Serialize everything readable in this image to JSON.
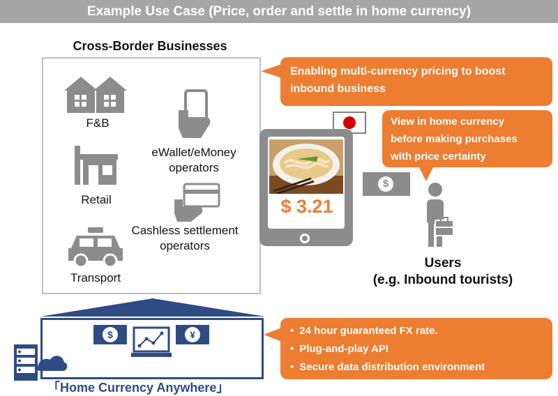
{
  "title": "Example Use Case (Price, order and settle in home currency)",
  "businesses": {
    "heading": "Cross-Border Businesses",
    "fb": "F&B",
    "ewallet_line1": "eWallet/eMoney",
    "ewallet_line2": "operators",
    "retail": "Retail",
    "cashless_line1": "Cashless settlement",
    "cashless_line2": "operators",
    "transport": "Transport"
  },
  "callouts": {
    "top_line1": "Enabling multi-currency pricing to boost",
    "top_line2": "inbound business",
    "view_line1": "View in home currency",
    "view_line2": "before making purchases",
    "view_line3": "with price certainty",
    "features": [
      "24 hour guaranteed FX rate.",
      "Plug-and-play API",
      "Secure data distribution environment"
    ]
  },
  "phone": {
    "price": "$ 3.21"
  },
  "currency_symbols": {
    "dollar": "$",
    "yen": "¥"
  },
  "users": {
    "line1": "Users",
    "line2": "(e.g. Inbound tourists)"
  },
  "platform": {
    "name": "「Home Currency Anywhere」"
  },
  "colors": {
    "orange": "#ed7d31",
    "navy": "#2f4b84",
    "gray": "#a6a6a6",
    "icon_gray": "#8c8c8c"
  }
}
